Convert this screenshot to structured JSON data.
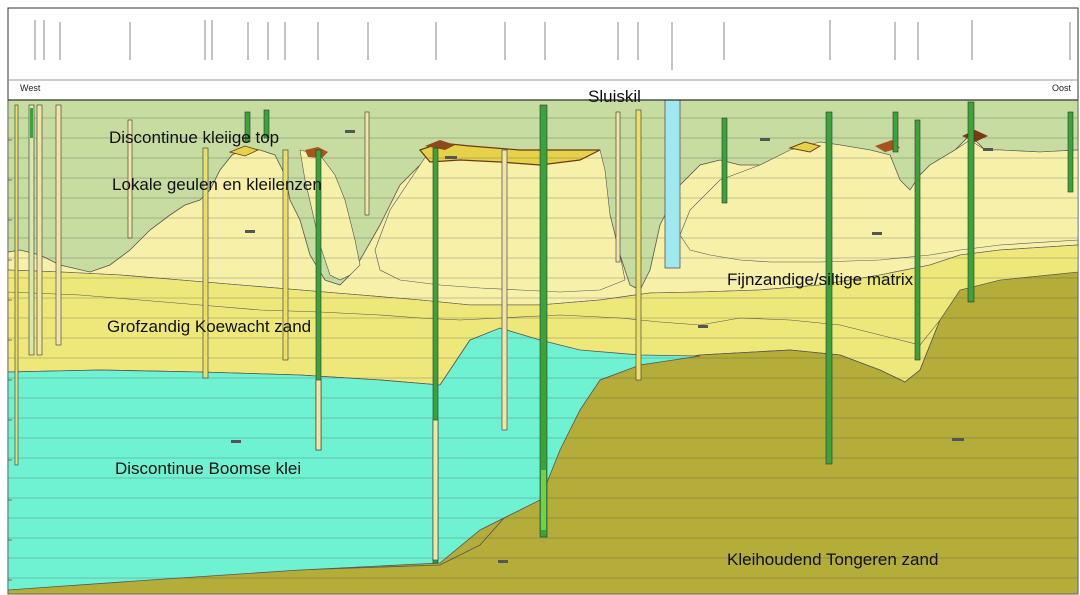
{
  "labels": {
    "sluiskil": "Sluiskil",
    "discontinue_top": "Discontinue kleiige top",
    "lokale_geulen": "Lokale geulen en kleilenzen",
    "grofzandig": "Grofzandig Koewacht zand",
    "fijnzandig": "Fijnzandige/siltige matrix",
    "boomse_klei": "Discontinue Boomse klei",
    "tongeren": "Kleihoudend Tongeren zand"
  },
  "sides": {
    "west": "West",
    "oost": "Oost"
  },
  "colors": {
    "clay_top": "#c6dca0",
    "fine_sand": "#f6f0a8",
    "coarse_sand": "#eee87a",
    "boom_clay": "#6ff2d2",
    "tongeren": "#b4ad3a",
    "water": "#9fe8f0"
  }
}
